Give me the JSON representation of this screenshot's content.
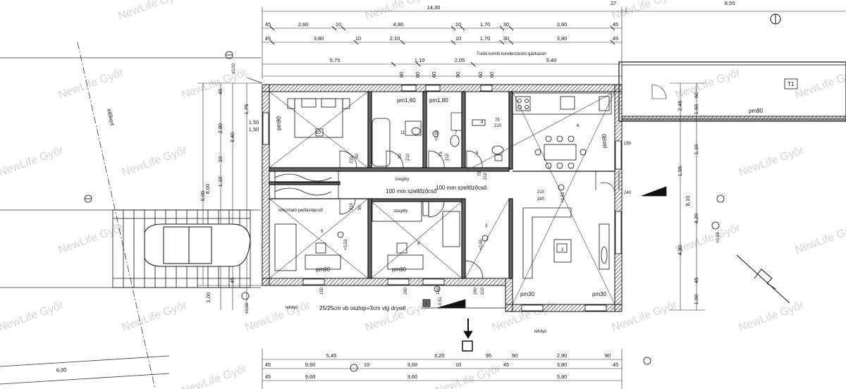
{
  "watermark": "NewLife Győr",
  "dims": {
    "top_total": "14,30",
    "top_27": "27",
    "top_855": "8,55",
    "row1": [
      "45",
      "2,60",
      "10",
      "4,80",
      "10",
      "1,70",
      "30",
      "3,80",
      "45"
    ],
    "row2": [
      "45",
      "3,80",
      "10",
      "2,10",
      "10",
      "1,70",
      "30",
      "3,80",
      "45"
    ],
    "row3": [
      "5,75",
      "1,10",
      "2,05",
      "5,40"
    ],
    "inner": [
      "90",
      "60",
      "60",
      "90",
      "60",
      "60"
    ],
    "bottom1": [
      "5,45",
      "3,20",
      "95",
      "90",
      "2,90",
      "90"
    ],
    "bottom2": [
      "45",
      "9,60",
      "10",
      "3,60",
      "10",
      "45",
      "3,80",
      "45"
    ],
    "left_vert": [
      "1,75",
      "2,80",
      "3,40",
      "1,10",
      "9,00",
      "8,00",
      "1,00",
      "45",
      "45",
      "1,50",
      "10"
    ],
    "right_vert": [
      "2,45",
      "1,60",
      "1,10",
      "1,95",
      "8,10",
      "4,20",
      "4,80",
      "1,00",
      "45",
      "60"
    ]
  },
  "rooms": {
    "pm_labels": [
      "pm90",
      "pm1,80",
      "pm1,80",
      "pm90",
      "pm90",
      "pm90",
      "pm30",
      "pm30",
      "pm90"
    ],
    "door_codes": [
      "90",
      "210",
      "90",
      "210",
      "75",
      "210",
      "75",
      "210",
      "75",
      "210",
      "150",
      "240",
      "210",
      "240",
      "90",
      "210",
      "210",
      "240",
      "150",
      "240",
      "150"
    ],
    "room_numbers": [
      "10",
      "11",
      "7",
      "4",
      "5",
      "6",
      "9",
      "8",
      "3",
      "2",
      "1"
    ]
  },
  "notes": {
    "boiler": "Turbó kombi kondenzációs gázkazán",
    "vent1": "100 mm szellőzőcső",
    "vent2": "100 mm szellőzőcső",
    "column": "25/25cm vb oszlop+3cm vtg drywit",
    "elokert": "előkert",
    "level1": "+0,53",
    "level2": "+0,53",
    "level3": "+0,53",
    "level4": "+0,53",
    "level5": "+0,55",
    "level6": "-0,51",
    "level_l": "±0,00",
    "level_r": "±0,00",
    "small1": "lefolyó",
    "small2": "lefolyó",
    "small3": "lehúzható padláslépcső",
    "small4": "szegély",
    "small5": "szegély",
    "t1": "T1",
    "diag": "6,00"
  },
  "colors": {
    "line": "#111111",
    "watermark": "#d4d4d4",
    "wall": "#6a6a6a"
  }
}
